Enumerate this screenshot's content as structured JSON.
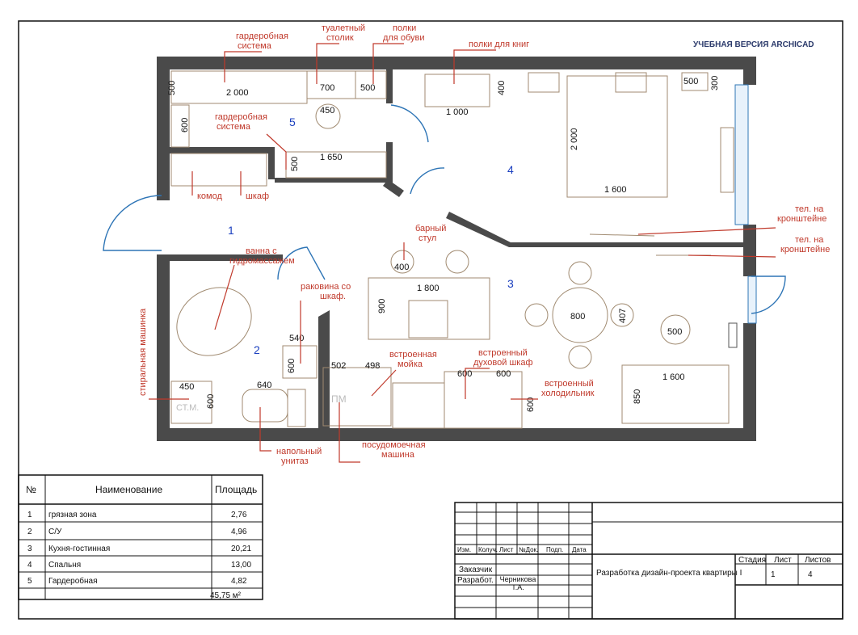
{
  "watermark": "УЧЕБНАЯ ВЕРСИЯ ARCHICAD",
  "labels": {
    "wardrobe_top": [
      "гардеробная",
      "система"
    ],
    "vanity": [
      "туалетный",
      "столик"
    ],
    "shoe_shelves": [
      "полки",
      "для обуви"
    ],
    "book_shelves": "полки для книг",
    "wardrobe_mid": [
      "гардеробная",
      "система"
    ],
    "dresser": "комод",
    "closet": "шкаф",
    "bar_stool": [
      "барный",
      "стул"
    ],
    "tv_1": [
      "тел. на",
      "кронштейне"
    ],
    "tv_2": [
      "тел. на",
      "кронштейне"
    ],
    "bathtub": [
      "ванна с",
      "гидромассажем"
    ],
    "sink": [
      "раковина со",
      "шкаф."
    ],
    "washer": "стиральная машинка",
    "built_in_sink": [
      "встроенная",
      "мойка"
    ],
    "oven": [
      "встроенный",
      "духовой шкаф"
    ],
    "fridge": [
      "встроенный",
      "холодильник"
    ],
    "toilet": [
      "напольный",
      "унитаз"
    ],
    "dishwasher": [
      "посудомоечная",
      "машина"
    ],
    "dishwasher_mark": "ПМ",
    "washer_mark": "СТ.М."
  },
  "dimensions": {
    "d_500a": "500",
    "d_2000a": "2 000",
    "d_700": "700",
    "d_500b": "500",
    "d_450": "450",
    "d_600a": "600",
    "d_500c": "500",
    "d_1650": "1 650",
    "d_1000": "1 000",
    "d_400a": "400",
    "d_500d": "500",
    "d_300": "300",
    "d_2000b": "2 000",
    "d_1600a": "1 600",
    "d_400b": "400",
    "d_1800": "1 800",
    "d_900": "900",
    "d_800": "800",
    "d_407": "407",
    "d_500e": "500",
    "d_540": "540",
    "d_600b": "600",
    "d_502": "502",
    "d_498": "498",
    "d_640": "640",
    "d_450b": "450",
    "d_600c": "600",
    "d_600d": "600",
    "d_600e": "600",
    "d_600f": "600",
    "d_1600b": "1 600",
    "d_850": "850"
  },
  "room_numbers": [
    "1",
    "2",
    "3",
    "4",
    "5"
  ],
  "explication": {
    "headers": [
      "№",
      "Наименование",
      "Площадь"
    ],
    "rows": [
      {
        "n": "1",
        "name": "грязная зона",
        "area": "2,76"
      },
      {
        "n": "2",
        "name": "С/У",
        "area": "4,96"
      },
      {
        "n": "3",
        "name": "Кухня-гостинная",
        "area": "20,21"
      },
      {
        "n": "4",
        "name": "Спальня",
        "area": "13,00"
      },
      {
        "n": "5",
        "name": "Гардеробная",
        "area": "4,82"
      }
    ],
    "total": "45,75 м²"
  },
  "title_block": {
    "cols": [
      "Изм.",
      "Колуч.",
      "Лист",
      "№Док.",
      "Подп.",
      "Дата"
    ],
    "customer": "Заказчик",
    "developer": "Разработ.",
    "author": "Черникова Т.А.",
    "project": "Разработка дизайн-проекта квартиры I",
    "stage_h": "Стадия",
    "sheet_h": "Лист",
    "sheets_h": "Листов",
    "stage": "",
    "sheet": "1",
    "sheets": "4"
  },
  "colors": {
    "wall": "#3a3a3a",
    "label": "#c0392b",
    "room_number": "#1a3fbf",
    "furniture": "#a08a70",
    "door": "#2e75b6"
  }
}
